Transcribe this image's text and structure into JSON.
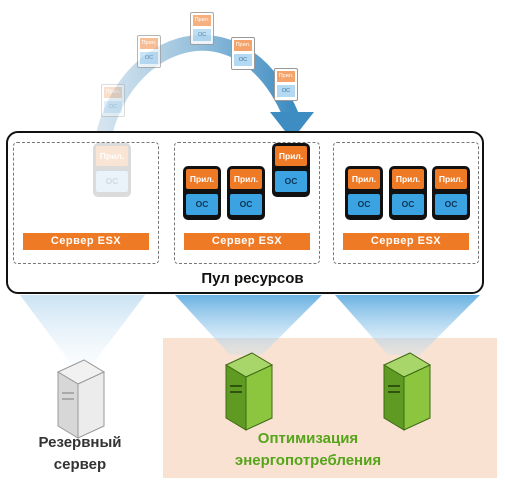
{
  "vm": {
    "app_label": "Прил.",
    "os_label": "ОС"
  },
  "server_label": "Сервер ESX",
  "pool_label": "Пул ресурсов",
  "standby_caption": {
    "line1": "Резервный",
    "line2": "сервер"
  },
  "energy_caption": {
    "line1": "Оптимизация",
    "line2": "энергопотребления"
  },
  "colors": {
    "orange": "#ee7a26",
    "blue": "#3ca3e3",
    "green": "#7cb82f",
    "panel": "#f9e2d2"
  }
}
